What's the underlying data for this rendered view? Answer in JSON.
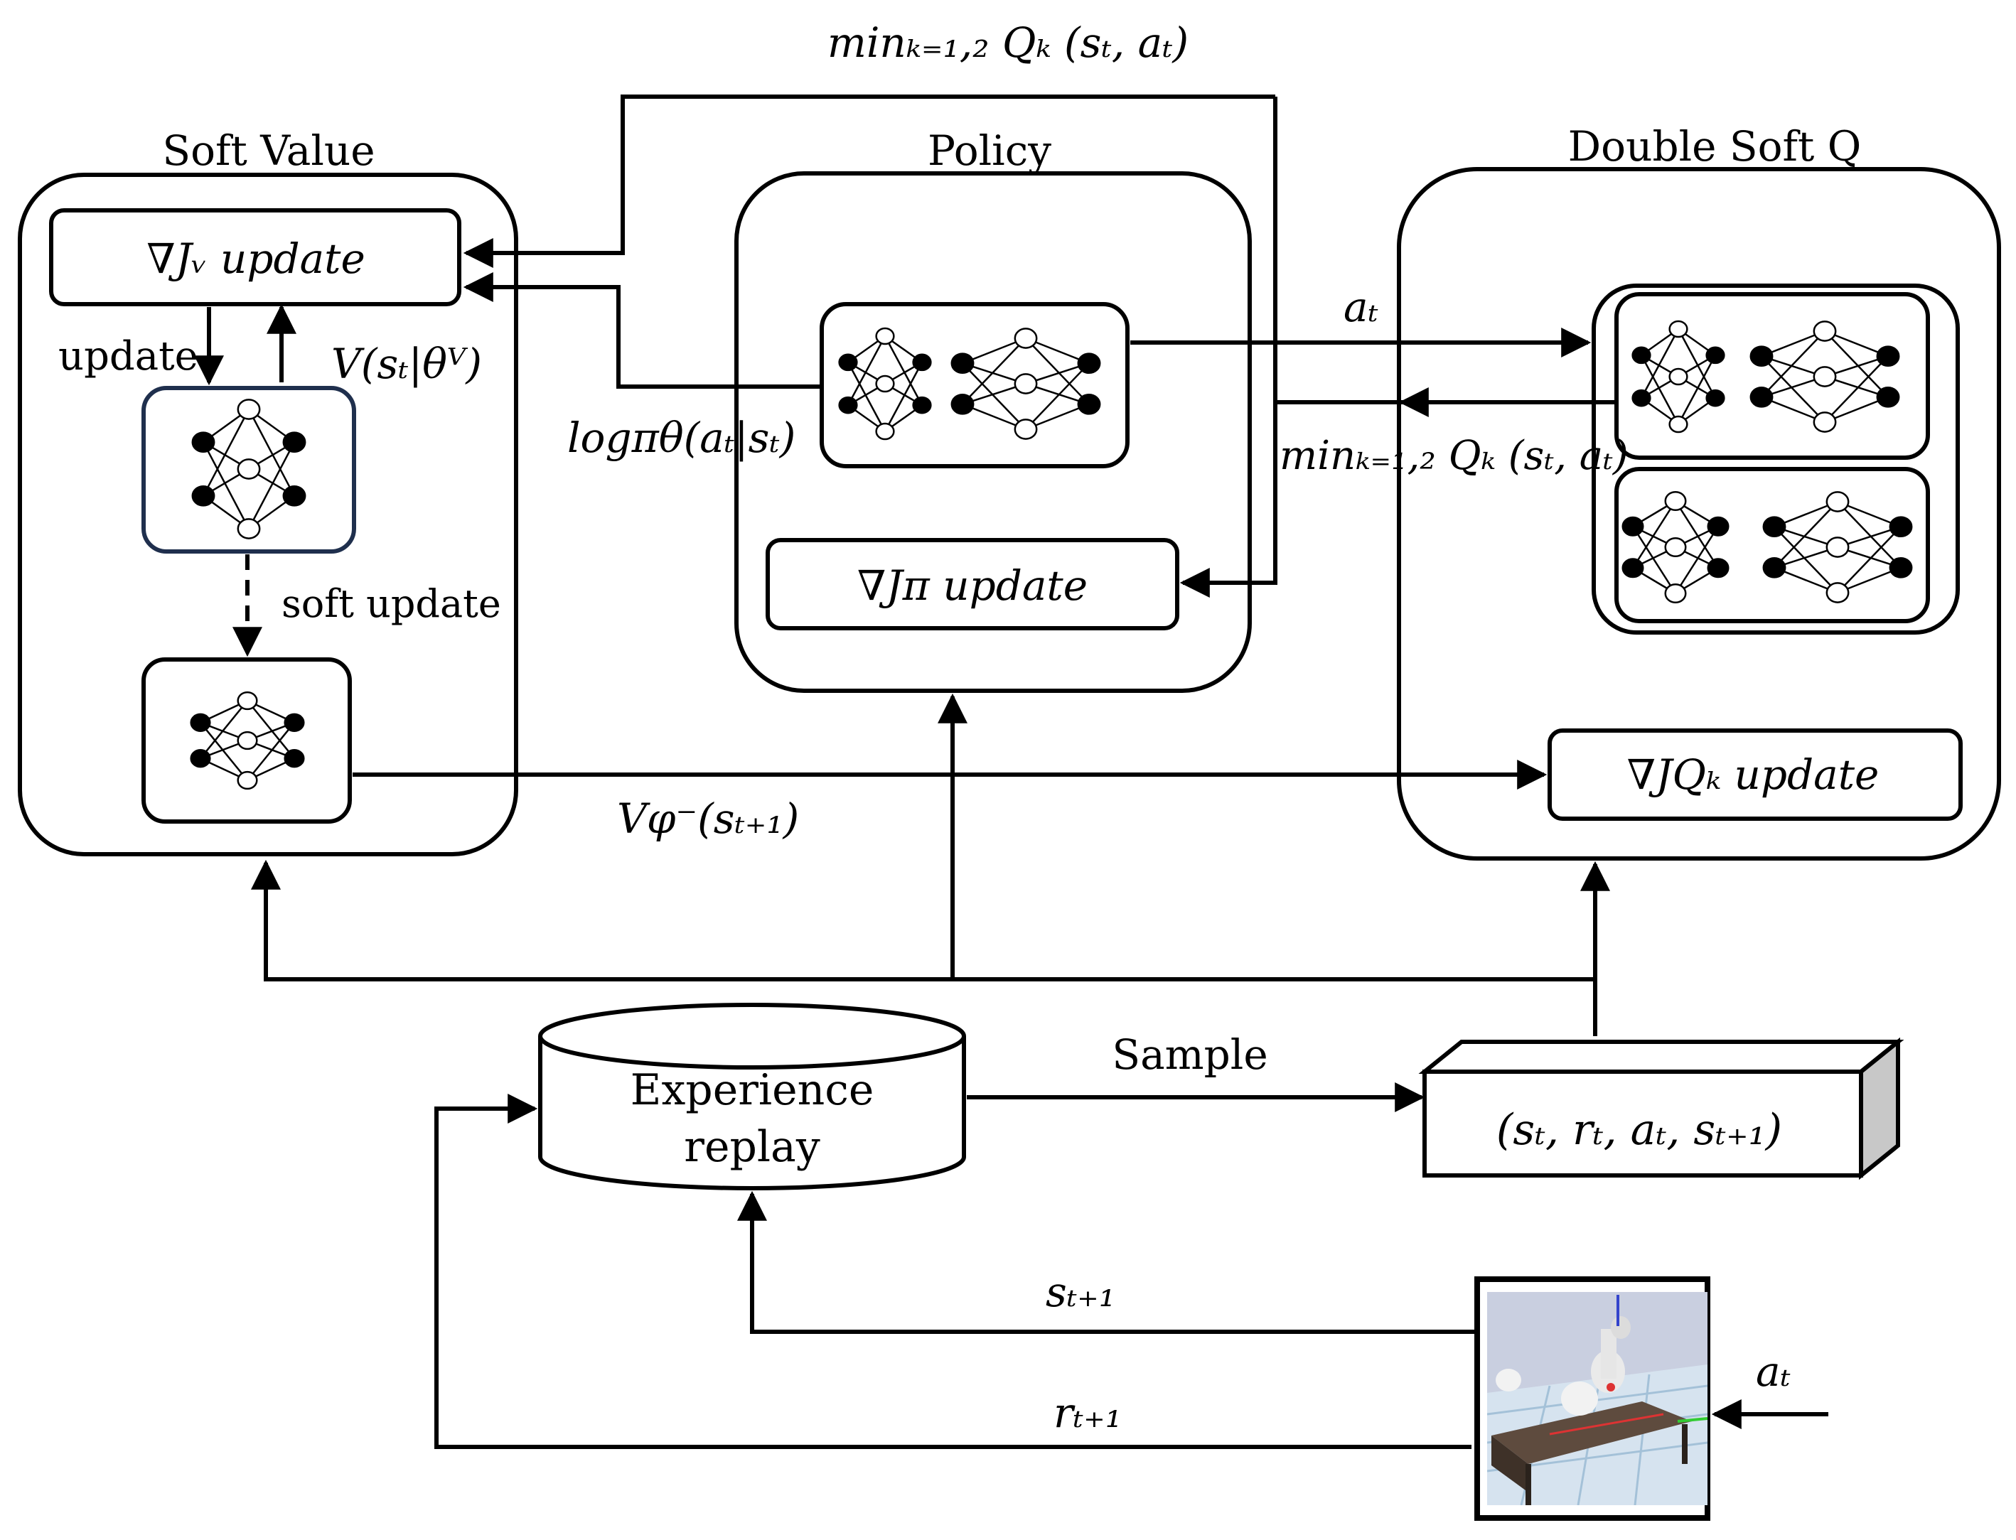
{
  "panels": {
    "soft_value": "Soft Value",
    "policy": "Policy",
    "double_soft_q": "Double Soft Q"
  },
  "soft_value": {
    "update_box": "∇Jᵥ update",
    "update_arrow_label": "update",
    "value_label": "V(sₜ|θⱽ)",
    "soft_update_label": "soft update"
  },
  "policy": {
    "update_box": "∇Jπ update",
    "log_pi_label": "logπθ(aₜ|sₜ)"
  },
  "double_soft_q": {
    "update_box": "∇JQₖ update"
  },
  "edges": {
    "min_q_top": "minₖ₌₁,₂ Qₖ (sₜ, aₜ)",
    "min_q_mid": "minₖ₌₁,₂ Qₖ (sₜ, aₜ)",
    "action_label": "aₜ",
    "v_target_label": "Vφ⁻(sₜ₊₁)",
    "sample_label": "Sample",
    "next_state_label": "sₜ₊₁",
    "reward_label": "rₜ₊₁",
    "env_action_label": "aₜ"
  },
  "experience_replay": {
    "line1": "Experience",
    "line2": "replay"
  },
  "batch": {
    "label": "(sₜ, rₜ, aₜ, sₜ₊₁)"
  },
  "colors": {
    "stroke": "#000000",
    "value_net_border": "#1f2f4d",
    "batch_side": "#c8c8c8",
    "env_sky": "#c9cfe0",
    "env_floor": "#d6e3ef",
    "env_table": "#5e4b3e"
  },
  "icons": {
    "network": "neural-network-icon",
    "environment": "robot-arm-simulation-icon"
  }
}
